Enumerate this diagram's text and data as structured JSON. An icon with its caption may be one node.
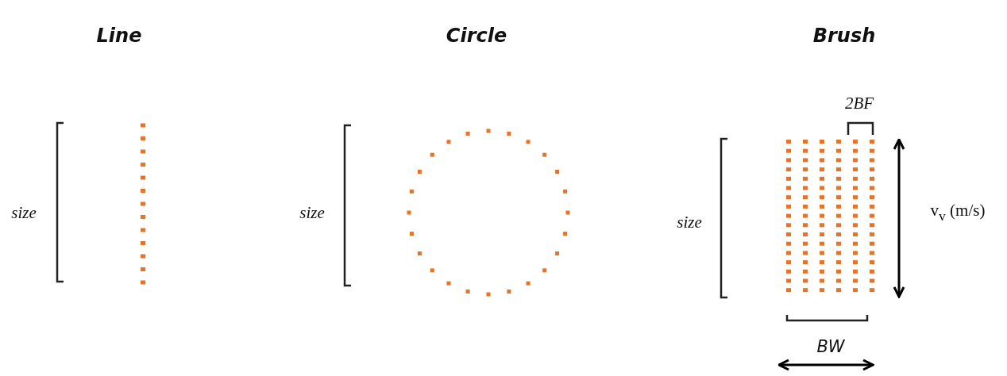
{
  "diagram": {
    "labels": [
      "Line",
      "Circle",
      "Brush",
      "2BF",
      "size",
      "size",
      "size",
      "v$_{v}$ (m/s)",
      "BW"
    ]
  }
}
